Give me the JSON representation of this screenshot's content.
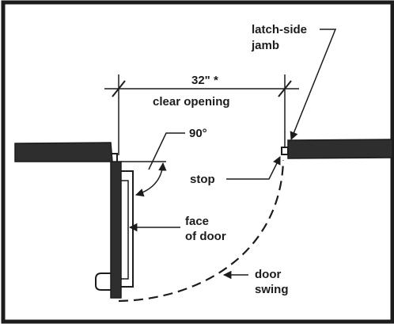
{
  "labels": {
    "latch_side_jamb_line1": "latch-side",
    "latch_side_jamb_line2": "jamb",
    "dimension": "32\" *",
    "clear_opening": "clear opening",
    "angle": "90°",
    "stop": "stop",
    "face_of_door_line1": "face",
    "face_of_door_line2": "of door",
    "door_swing_line1": "door",
    "door_swing_line2": "swing"
  },
  "colors": {
    "ink": "#1c1c1c",
    "wall_fill": "#2e2e2e",
    "background": "#ffffff"
  }
}
